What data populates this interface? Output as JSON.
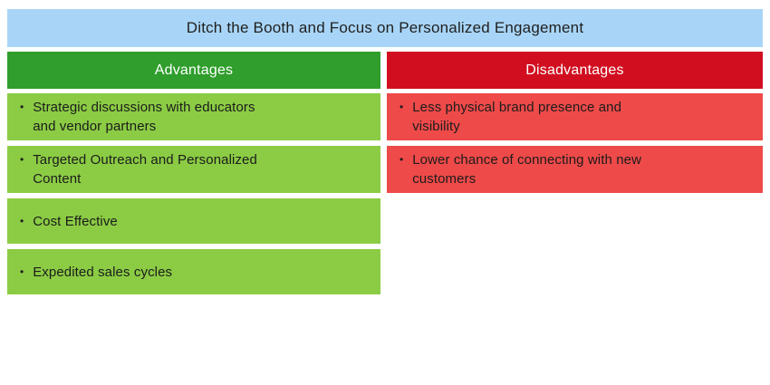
{
  "title": "Ditch the Booth and Focus on Personalized Engagement",
  "bullet_glyph": "•",
  "colors": {
    "title_bg": "#a8d5f7",
    "advantages_header_bg": "#2f9e2c",
    "advantages_item_bg": "#8bcc44",
    "disadvantages_header_bg": "#d10e20",
    "disadvantages_item_bg": "#ee4a49",
    "header_text": "#ffffff",
    "body_text": "#1c1c1c",
    "page_bg": "#ffffff"
  },
  "columns": [
    {
      "header": "Advantages",
      "items": [
        "Strategic discussions with educators\nand vendor partners",
        "Targeted Outreach and Personalized\nContent",
        "Cost Effective",
        "Expedited sales cycles"
      ]
    },
    {
      "header": "Disadvantages",
      "items": [
        "Less physical brand presence and\nvisibility",
        "Lower chance of connecting with new\ncustomers"
      ]
    }
  ]
}
